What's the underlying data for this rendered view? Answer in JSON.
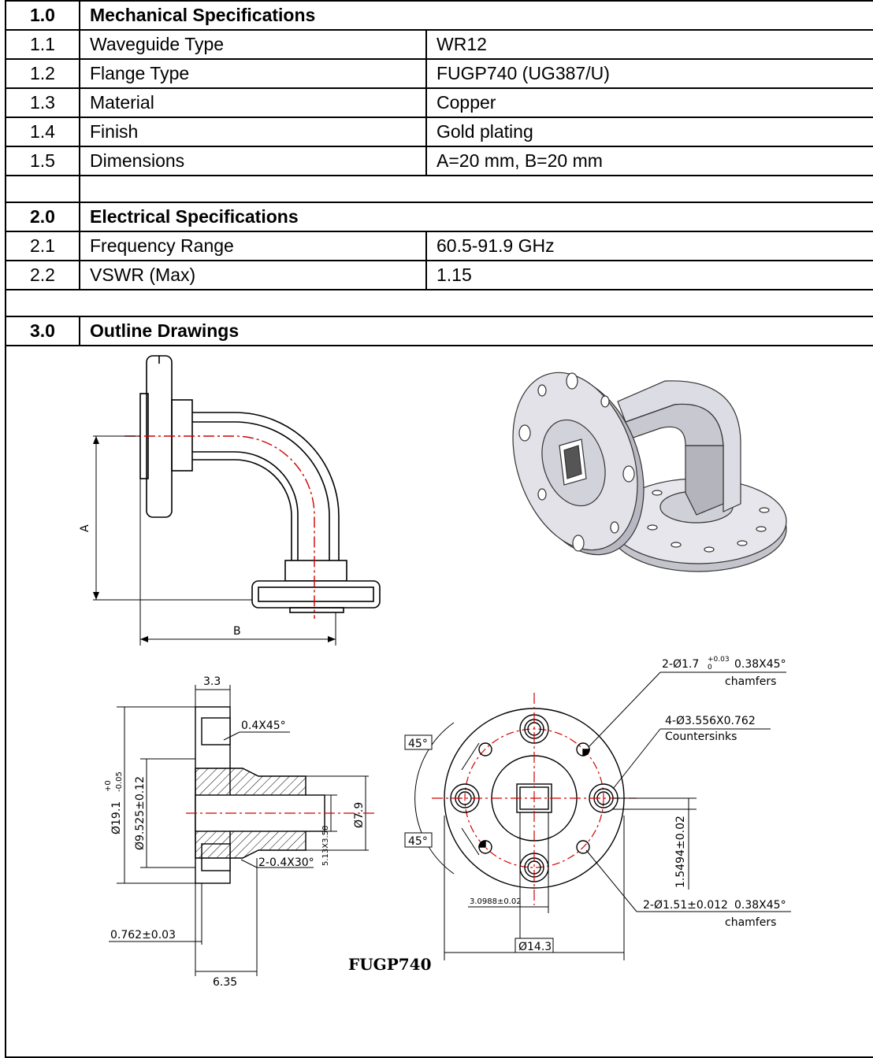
{
  "sections": [
    {
      "number": "1.0",
      "title": "Mechanical Specifications",
      "rows": [
        {
          "num": "1.1",
          "label": "Waveguide Type",
          "value": "WR12"
        },
        {
          "num": "1.2",
          "label": "Flange Type",
          "value": "FUGP740 (UG387/U)"
        },
        {
          "num": "1.3",
          "label": "Material",
          "value": "Copper"
        },
        {
          "num": "1.4",
          "label": "Finish",
          "value": "Gold plating"
        },
        {
          "num": "1.5",
          "label": "Dimensions",
          "value": "A=20 mm, B=20 mm"
        }
      ]
    },
    {
      "number": "2.0",
      "title": "Electrical Specifications",
      "rows": [
        {
          "num": "2.1",
          "label": "Frequency Range",
          "value": "60.5-91.9 GHz"
        },
        {
          "num": "2.2",
          "label": "VSWR (Max)",
          "value": "1.15"
        }
      ]
    },
    {
      "number": "3.0",
      "title": "Outline Drawings"
    }
  ],
  "drawing": {
    "label_a": "A",
    "label_b": "B",
    "flange_name": "FUGP740",
    "dims": {
      "d33": "3.3",
      "d04x45": "0.4X45°",
      "d191": "Ø19.1",
      "d191_tol_hi": "+0",
      "d191_tol_lo": "-0.05",
      "d9525": "Ø9.525±0.12",
      "d79": "Ø7.9",
      "d513": "5.13X3.58",
      "d204x30": "2-0.4X30°",
      "d0762": "0.762±0.03",
      "d635": "6.35",
      "deg45a": "45°",
      "deg45b": "45°",
      "hole17": "2-Ø1.7",
      "hole17_tol_hi": "+0.03",
      "hole17_tol_lo": "0",
      "chamfer1": "0.38X45°",
      "chamfers1": "chamfers",
      "cs": "4-Ø3.556X0.762",
      "countersinks": "Countersinks",
      "d1549": "1.5494±0.02",
      "d30988": "3.0988±0.02",
      "d143": "Ø14.3",
      "hole151": "2-Ø1.51±0.012",
      "chamfer2": "0.38X45°",
      "chamfers2": "chamfers"
    }
  }
}
